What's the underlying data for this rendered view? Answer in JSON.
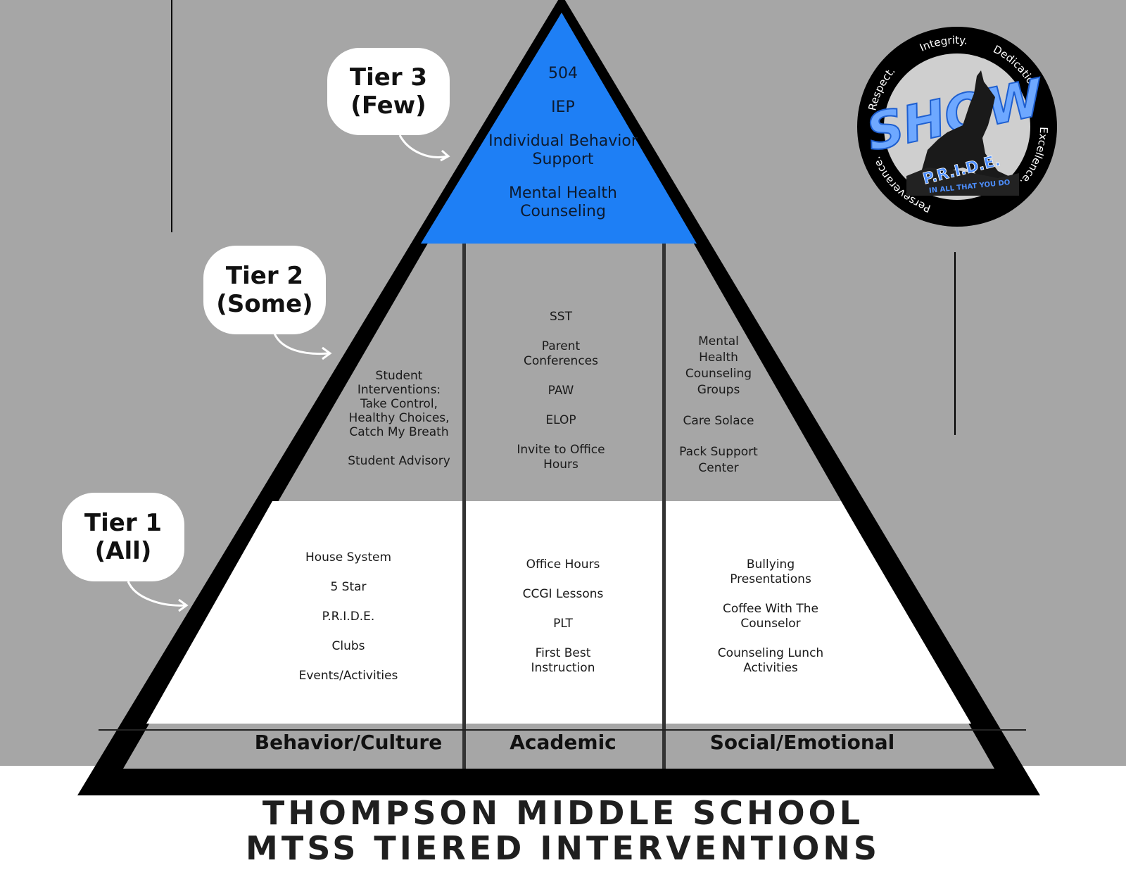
{
  "tier3": {
    "bubble": [
      "Tier 3",
      "(Few)"
    ],
    "items": [
      "504",
      "IEP",
      "Individual Behavior Support",
      "Mental Health Counseling"
    ]
  },
  "tier2": {
    "bubble": [
      "Tier 2",
      "(Some)"
    ],
    "behavior": [
      "Student Interventions: Take Control, Healthy Choices, Catch My Breath",
      "Student Advisory"
    ],
    "academic": [
      "SST",
      "Parent Conferences",
      "PAW",
      "ELOP",
      "Invite to Office Hours"
    ],
    "social": [
      "Mental Health Counseling Groups",
      "Care Solace",
      "Pack Support Center"
    ]
  },
  "tier1": {
    "bubble": [
      "Tier 1",
      "(All)"
    ],
    "behavior": [
      "House System",
      "5 Star",
      "P.R.I.D.E.",
      "Clubs",
      "Events/Activities"
    ],
    "academic": [
      "Office Hours",
      "CCGI Lessons",
      "PLT",
      "First Best Instruction"
    ],
    "social": [
      "Bullying Presentations",
      "Coffee With The Counselor",
      "Counseling Lunch Activities"
    ]
  },
  "categories": [
    "Behavior/Culture",
    "Academic",
    "Social/Emotional"
  ],
  "title": [
    "THOMPSON MIDDLE SCHOOL",
    "MTSS TIERED INTERVENTIONS"
  ],
  "logo": {
    "ring_words": [
      "Integrity.",
      "Dedication.",
      "Excellence.",
      "Perseverance.",
      "Respect."
    ],
    "main": "SHOW",
    "pride": "P.R.I.D.E.",
    "tagline": "IN ALL THAT YOU DO"
  },
  "colors": {
    "tier3": "#1e7ff5",
    "tier2": "#a6a6a6",
    "tier1": "#ffffff",
    "frame": "#000000"
  }
}
